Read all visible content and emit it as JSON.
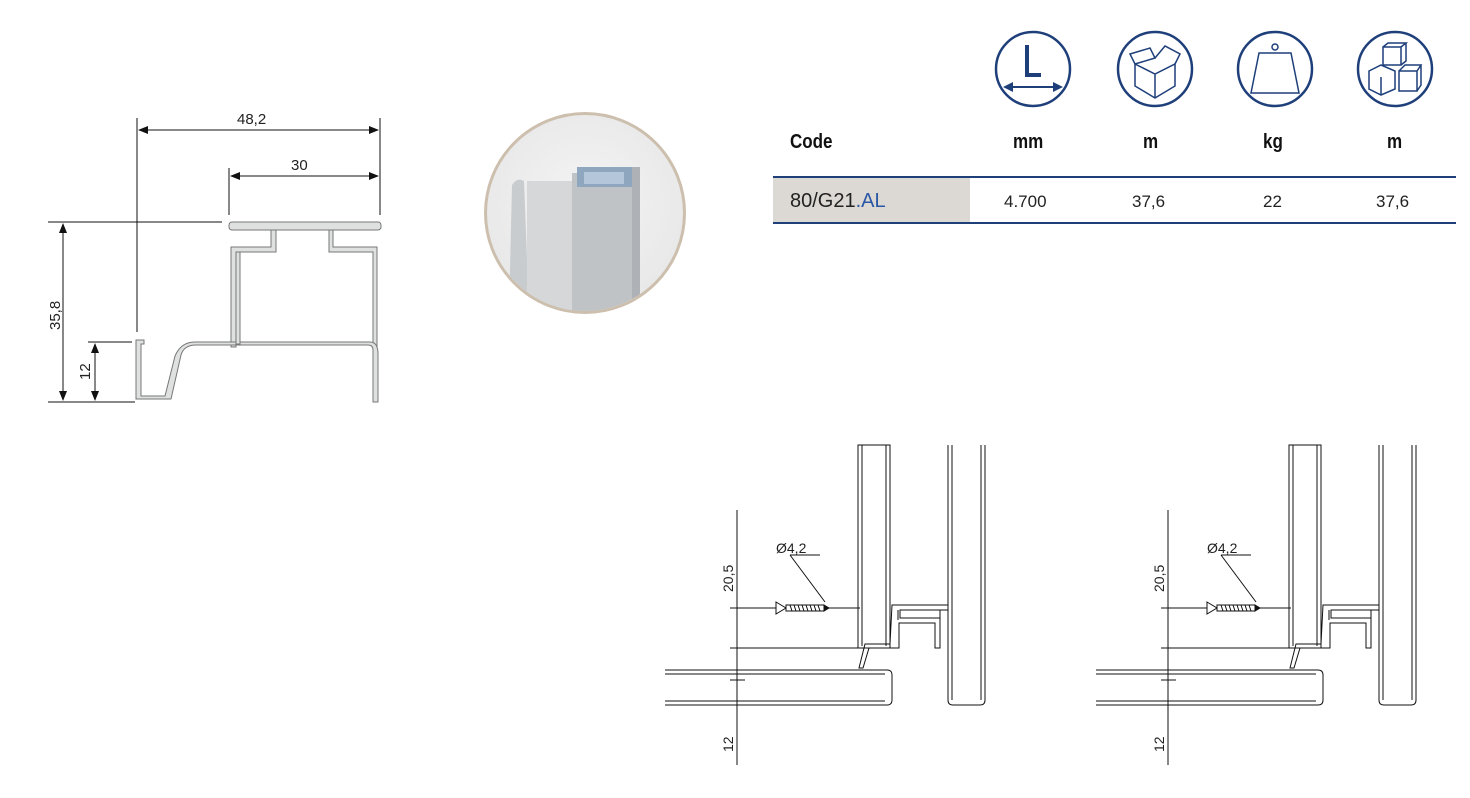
{
  "profile_drawing": {
    "dims": {
      "overall_width": "48,2",
      "top_width": "30",
      "height": "35,8",
      "lip_height": "12"
    }
  },
  "table": {
    "icons": [
      "length-icon",
      "box-icon",
      "weight-icon",
      "boxes-icon"
    ],
    "headers": [
      "Code",
      "mm",
      "m",
      "kg",
      "m"
    ],
    "rows": [
      {
        "code_prefix": "80/G21",
        "code_suffix": ".AL",
        "values": [
          "4.700",
          "37,6",
          "22",
          "37,6"
        ]
      }
    ],
    "colors": {
      "accent": "#1e3f7a",
      "code_bg": "#dcd8d3"
    }
  },
  "installation": [
    {
      "dim_top": "20,5",
      "dim_bottom": "12",
      "screw": "Ø4,2"
    },
    {
      "dim_top": "20,5",
      "dim_bottom": "12",
      "screw": "Ø4,2"
    }
  ]
}
